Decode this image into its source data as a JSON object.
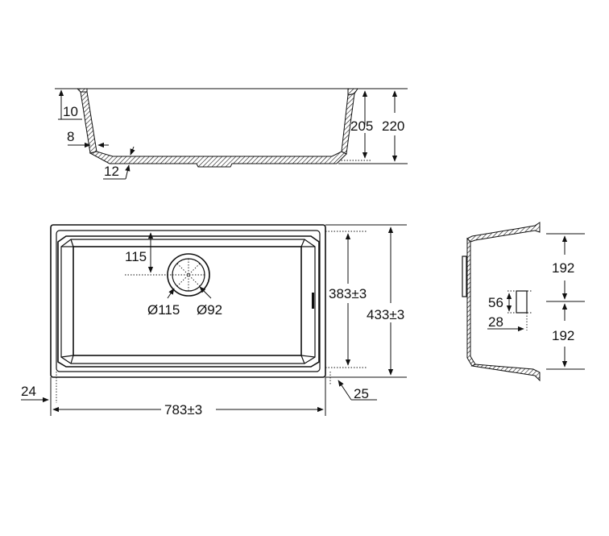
{
  "section_view": {
    "labels": {
      "rim_height": "10",
      "wall_thickness": "8",
      "bottom_thickness": "12",
      "inner_depth": "205",
      "outer_depth": "220"
    }
  },
  "plan_view": {
    "labels": {
      "drain_offset": "115",
      "drain_outer_diameter": "Ø115",
      "drain_inner_diameter": "Ø92",
      "inner_depth": "383±3",
      "outer_depth": "433±3",
      "left_margin": "24",
      "right_margin": "25",
      "outer_width": "783±3"
    }
  },
  "side_view": {
    "labels": {
      "upper_half": "192",
      "lower_half": "192",
      "overflow_height": "56",
      "overflow_width": "28"
    }
  }
}
